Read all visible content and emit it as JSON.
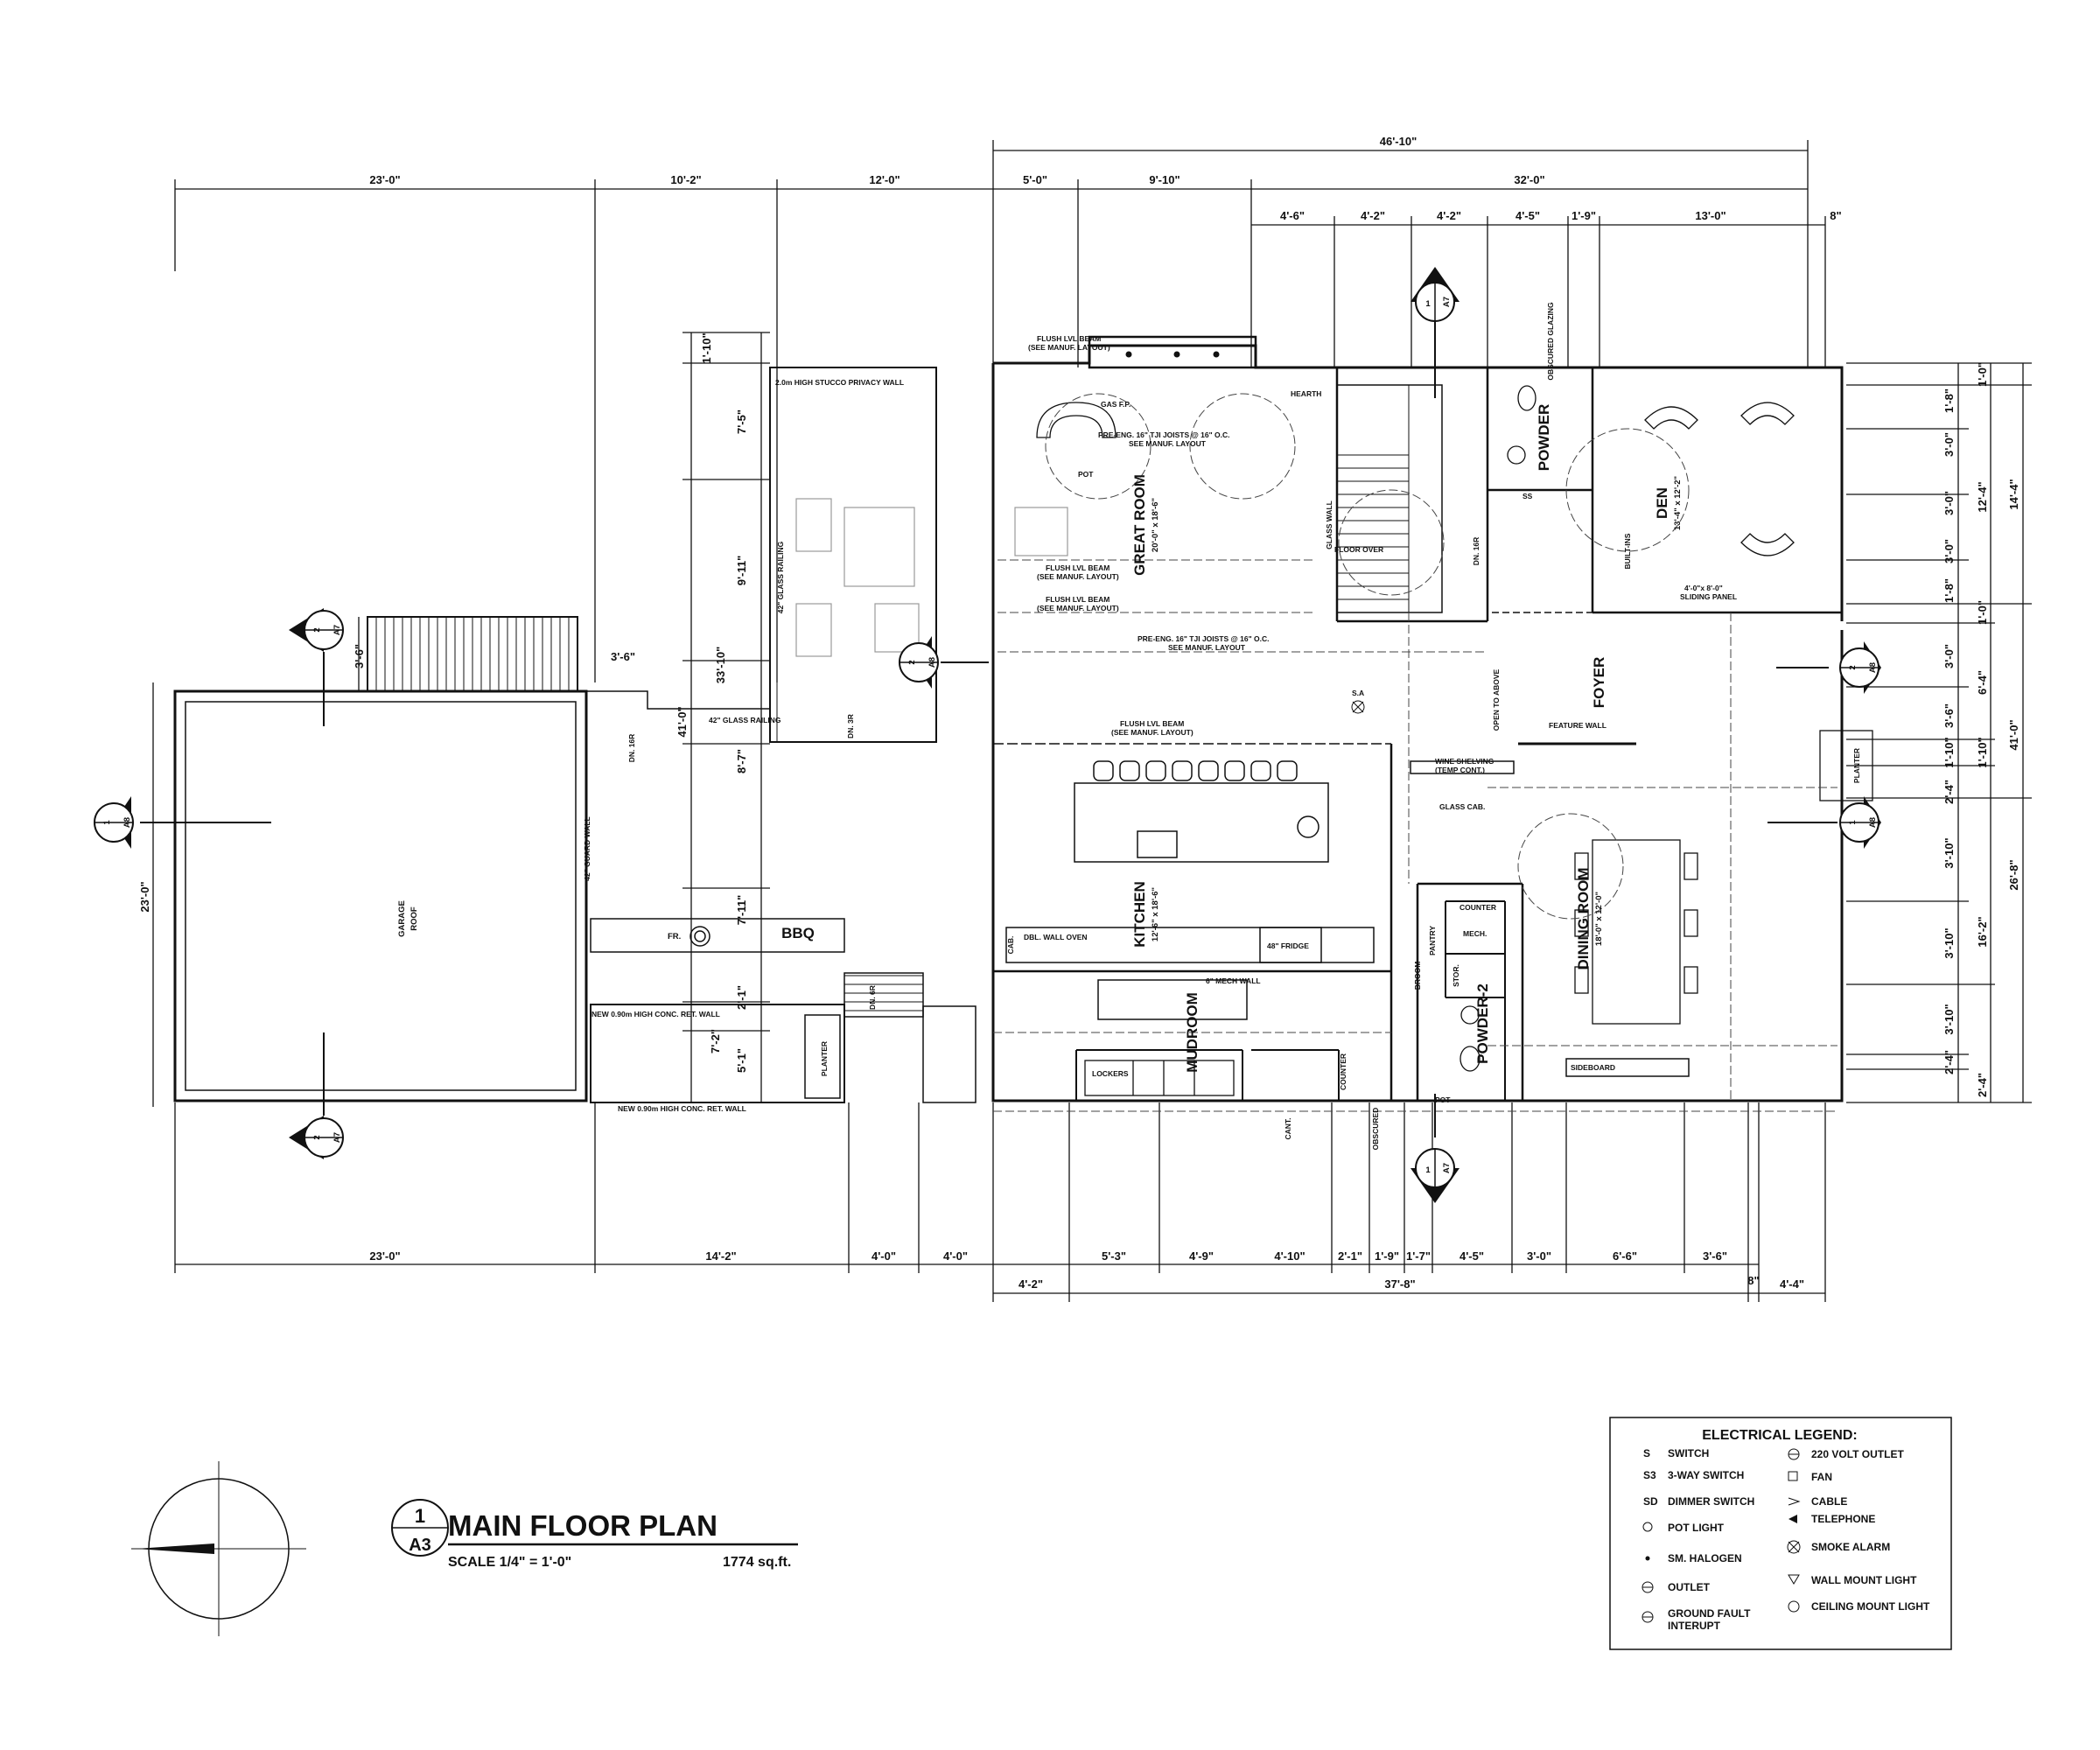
{
  "title_block": {
    "detail_number": "1",
    "sheet": "A3",
    "title": "MAIN FLOOR PLAN",
    "scale": "SCALE 1/4\" = 1'-0\"",
    "area": "1774 sq.ft."
  },
  "dimensions": {
    "top_overall": "46'-10\"",
    "top_row1": [
      "23'-0\"",
      "10'-2\"",
      "12'-0\"",
      "5'-0\"",
      "9'-10\"",
      "32'-0\""
    ],
    "top_row2": [
      "4'-6\"",
      "4'-2\"",
      "4'-2\"",
      "4'-5\"",
      "1'-9\"",
      "13'-0\"",
      "8\""
    ],
    "bottom_row1": [
      "23'-0\"",
      "14'-2\"",
      "4'-0\"",
      "4'-0\"",
      "5'-3\"",
      "4'-9\"",
      "4'-10\"",
      "2'-1\"",
      "1'-9\"",
      "1'-7\"",
      "4'-5\"",
      "3'-0\"",
      "6'-6\"",
      "3'-6\"",
      "8\""
    ],
    "bottom_row2": [
      "4'-2\"",
      "37'-8\"",
      "4'-4\""
    ],
    "left": [
      "1'-10\"",
      "7'-5\"",
      "9'-11\"",
      "33'-10\"",
      "3'-6\"",
      "41'-0\"",
      "8'-7\"",
      "7'-11\"",
      "2'-1\"",
      "7'-2\"",
      "5'-1\"",
      "23'-0\"",
      "3'-6\""
    ],
    "right_inner": [
      "1'-8\"",
      "3'-0\"",
      "3'-0\"",
      "3'-0\"",
      "1'-8\"",
      "3'-0\"",
      "3'-6\"",
      "1'-10\"",
      "2'-4\"",
      "3'-10\"",
      "3'-10\"",
      "3'-10\"",
      "2'-4\"",
      "2'-4\""
    ],
    "right_mid": [
      "1'-0\"",
      "12'-4\"",
      "1'-0\"",
      "6'-4\"",
      "1'-10\"",
      "16'-2\""
    ],
    "right_outer": [
      "14'-4\"",
      "41'-0\"",
      "26'-8\""
    ]
  },
  "rooms": {
    "great_room": "GREAT ROOM",
    "great_room_size": "20'-0\" x 18'-6\"",
    "kitchen": "KITCHEN",
    "kitchen_size": "12'-6\" x 18'-6\"",
    "den": "DEN",
    "den_size": "13'-4\" x 12'-2\"",
    "dining": "DINING ROOM",
    "dining_size": "18'-0\" x 12'-0\"",
    "foyer": "FOYER",
    "powder": "POWDER",
    "powder2": "POWDER-2",
    "mudroom": "MUDROOM",
    "garage_roof_1": "GARAGE",
    "garage_roof_2": "ROOF",
    "bbq": "BBQ"
  },
  "labels": {
    "privacy_wall": "2.0m HIGH STUCCO PRIVACY WALL",
    "hearth": "HEARTH",
    "glass_railing_42": "42\" GLASS RAILING",
    "guard_wall": "42\" GUARD WALL",
    "ret_wall_1": "NEW 0.90m HIGH CONC. RET. WALL",
    "ret_wall_2": "NEW 0.90m HIGH CONC. RET. WALL",
    "planter": "PLANTER",
    "planter_right": "PLANTER",
    "flush_beam": "FLUSH LVL BEAM",
    "see_manuf": "(SEE MANUF. LAYOUT)",
    "tji_great": "PRE-ENG. 16\" TJI JOISTS @ 16\" O.C.",
    "see_manuf_layout": "SEE MANUF. LAYOUT",
    "floor_over": "FLOOR OVER",
    "glass_wall": "GLASS WALL",
    "feature_wall": "FEATURE WALL",
    "wine": "WINE SHELVING",
    "wine_temp": "(TEMP CONT.)",
    "glass_cab": "GLASS CAB.",
    "mech_wall": "6\" MECH WALL",
    "counter": "COUNTER",
    "mech": "MECH.",
    "pantry": "PANTRY",
    "broom": "BROOM",
    "stor": "STOR.",
    "lockers": "LOCKERS",
    "sideboard": "SIDEBOARD",
    "fridge": "48\" FRIDGE",
    "cab": "CAB.",
    "dbl_wall_oven": "DBL. WALL OVEN",
    "sliding_panel": "4'-0\"x 8'-0\"",
    "sliding_panel2": "SLIDING PANEL",
    "open_above": "OPEN TO ABOVE",
    "builtins": "BUILT-INS",
    "dn16r": "DN. 16R",
    "dn3r": "DN. 3R",
    "dn6r": "DN. 6R",
    "obscured_glazing": "OBSCURED GLAZING",
    "fr": "FR.",
    "pot": "POT",
    "gas_fp": "GAS F.P.",
    "sa": "S.A",
    "ss": "SS",
    "bottom_obscured": "OBSCURED",
    "counter_bottom": "COUNTER",
    "cant": "CANT."
  },
  "section_markers": [
    {
      "num": "1",
      "sheet": "A7"
    },
    {
      "num": "1",
      "sheet": "A7"
    },
    {
      "num": "2",
      "sheet": "A7"
    },
    {
      "num": "2",
      "sheet": "A7"
    },
    {
      "num": "1",
      "sheet": "A8"
    },
    {
      "num": "1",
      "sheet": "A8"
    },
    {
      "num": "2",
      "sheet": "A8"
    },
    {
      "num": "2",
      "sheet": "A8"
    }
  ],
  "legend": {
    "title": "ELECTRICAL LEGEND:",
    "left": [
      "SWITCH",
      "3-WAY SWITCH",
      "DIMMER SWITCH",
      "POT LIGHT",
      "SM. HALOGEN",
      "OUTLET",
      "GROUND FAULT",
      "INTERUPT"
    ],
    "right": [
      "220 VOLT OUTLET",
      "FAN",
      "CABLE",
      "TELEPHONE",
      "SMOKE ALARM",
      "WALL MOUNT LIGHT",
      "CEILING MOUNT LIGHT"
    ],
    "sym_left": [
      "S",
      "S3",
      "SD",
      "POT",
      "",
      "",
      "GFI"
    ],
    "sym_right": [
      "220",
      "F",
      "C",
      "TEL.",
      "S.A",
      "W.M.",
      "C.M."
    ]
  }
}
